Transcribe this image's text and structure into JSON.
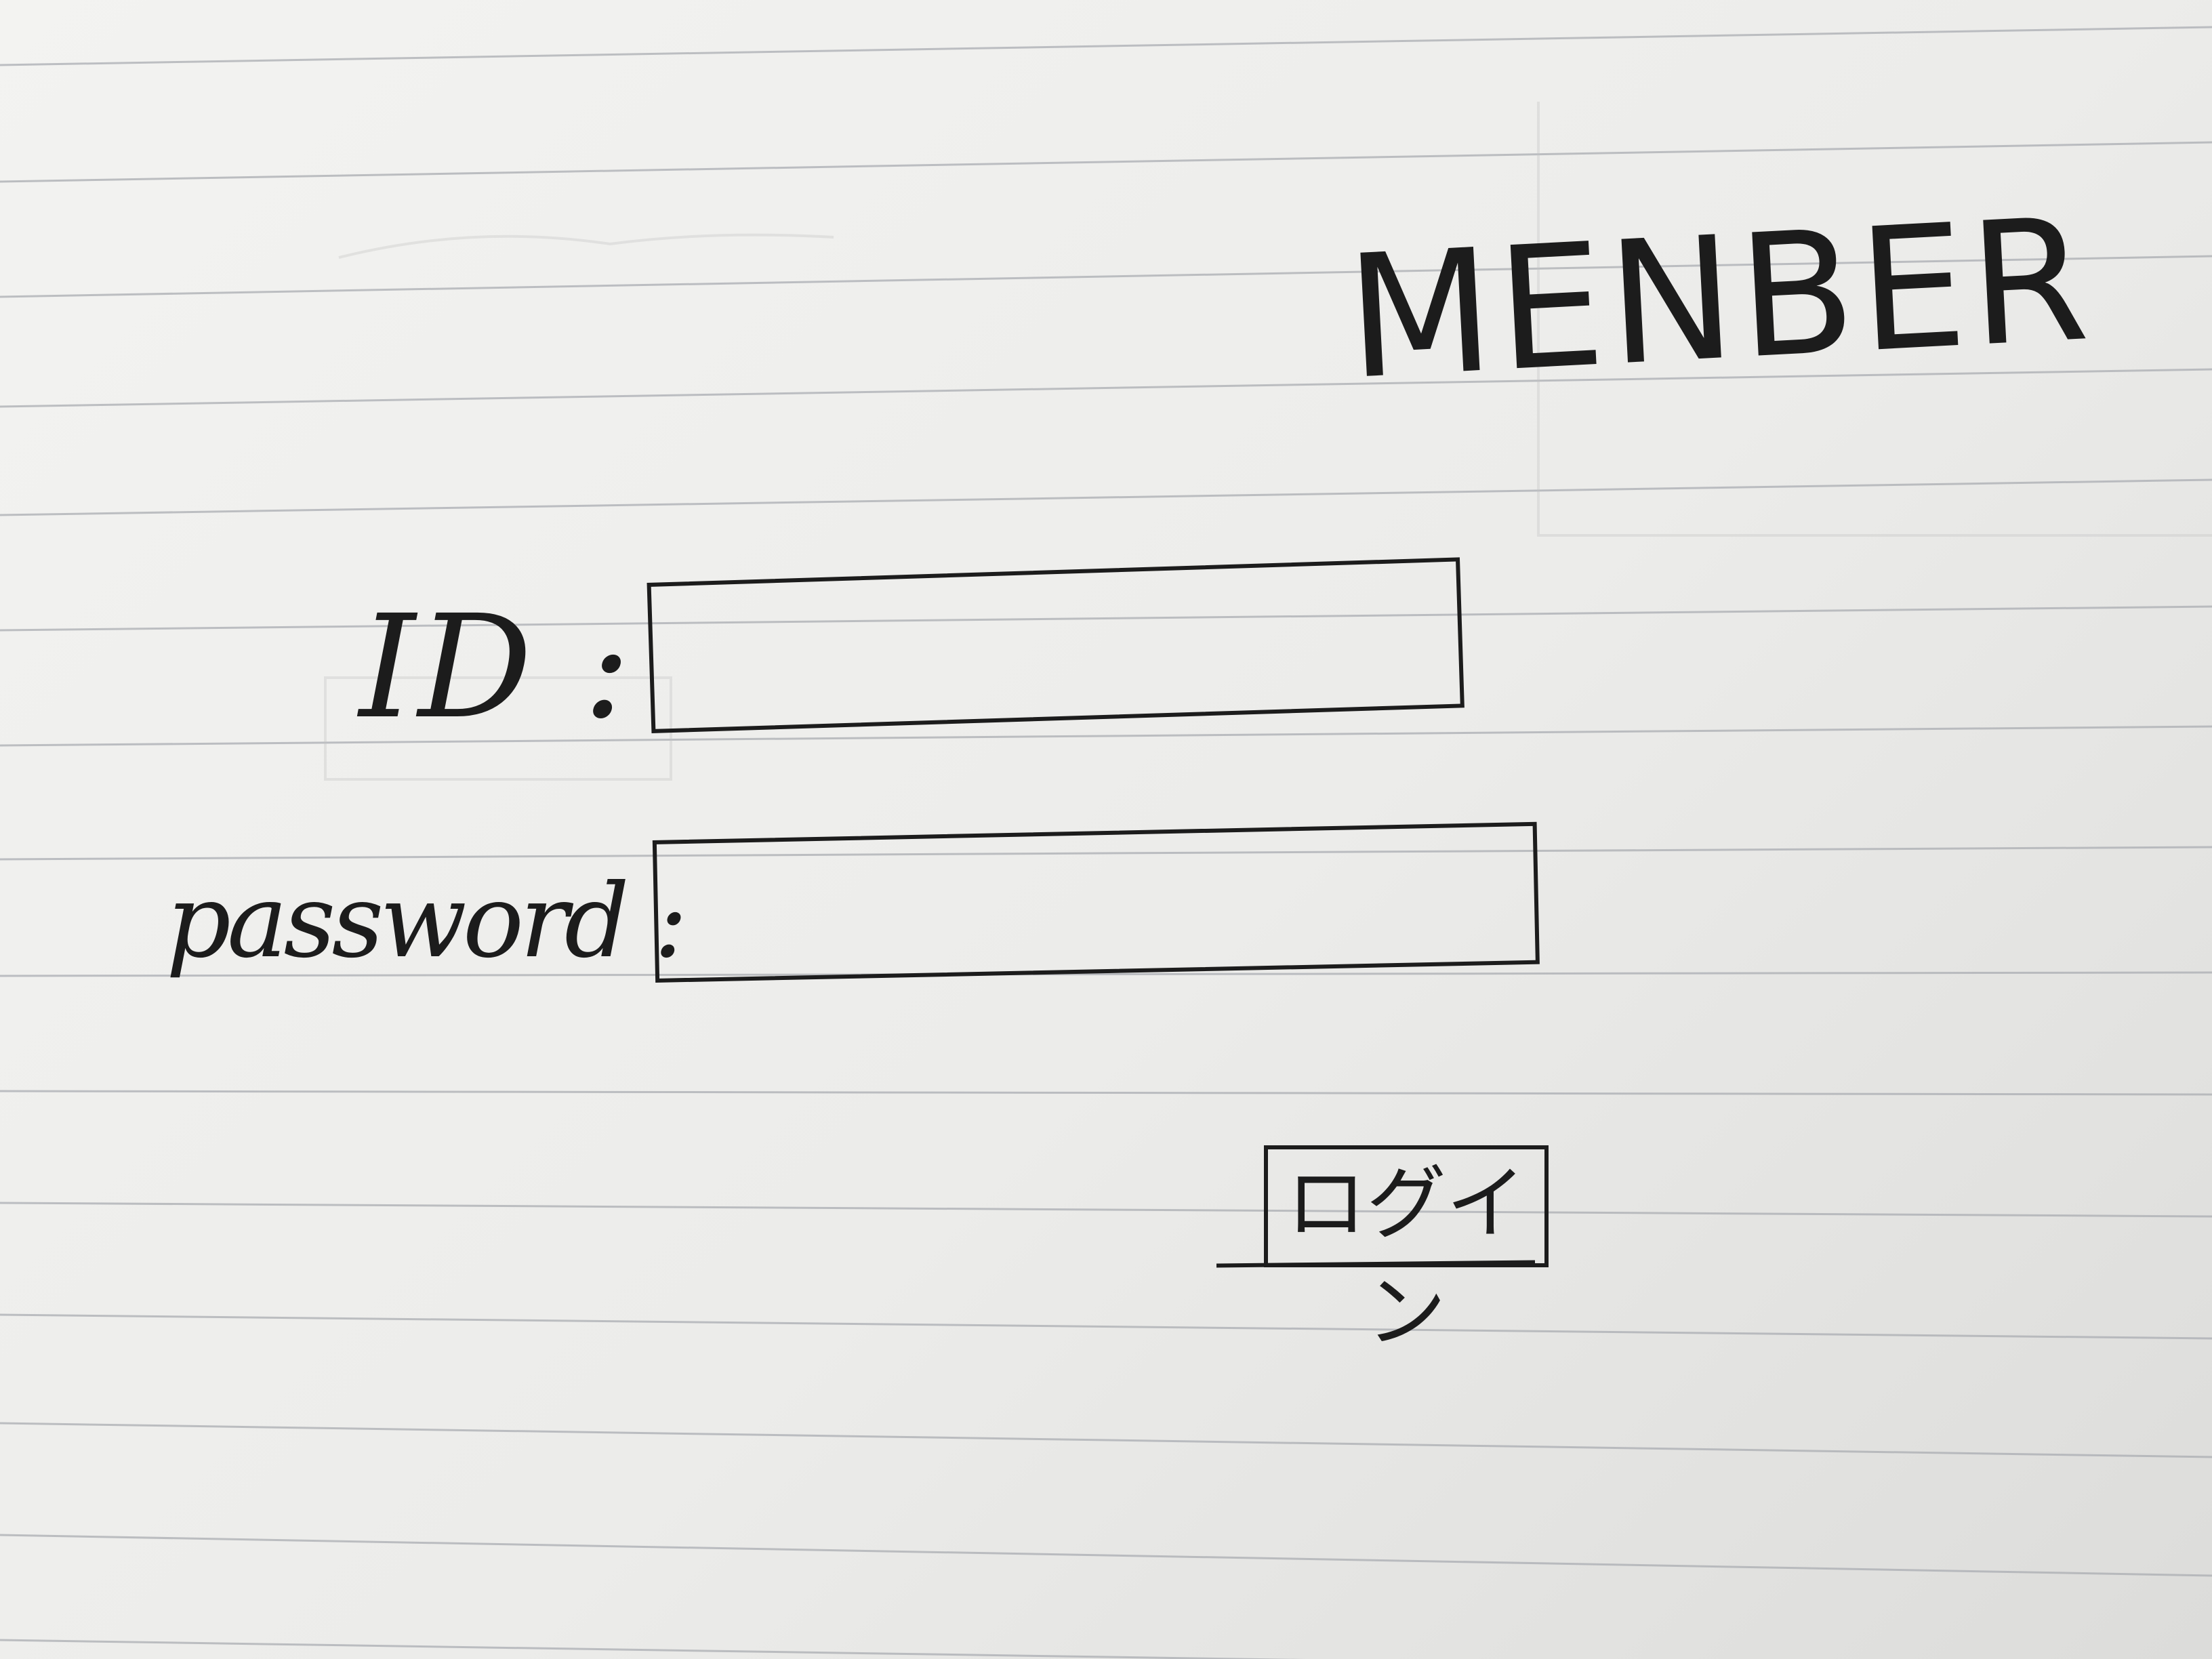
{
  "page": {
    "title": "MENBER",
    "colors": {
      "paper": "#efefed",
      "rule_line": "#a9acb1",
      "ink": "#1c1c1c"
    }
  },
  "form": {
    "id_label": "ID :",
    "password_label": "password :",
    "id_value": "",
    "password_value": "",
    "login_label": "ログイン"
  }
}
